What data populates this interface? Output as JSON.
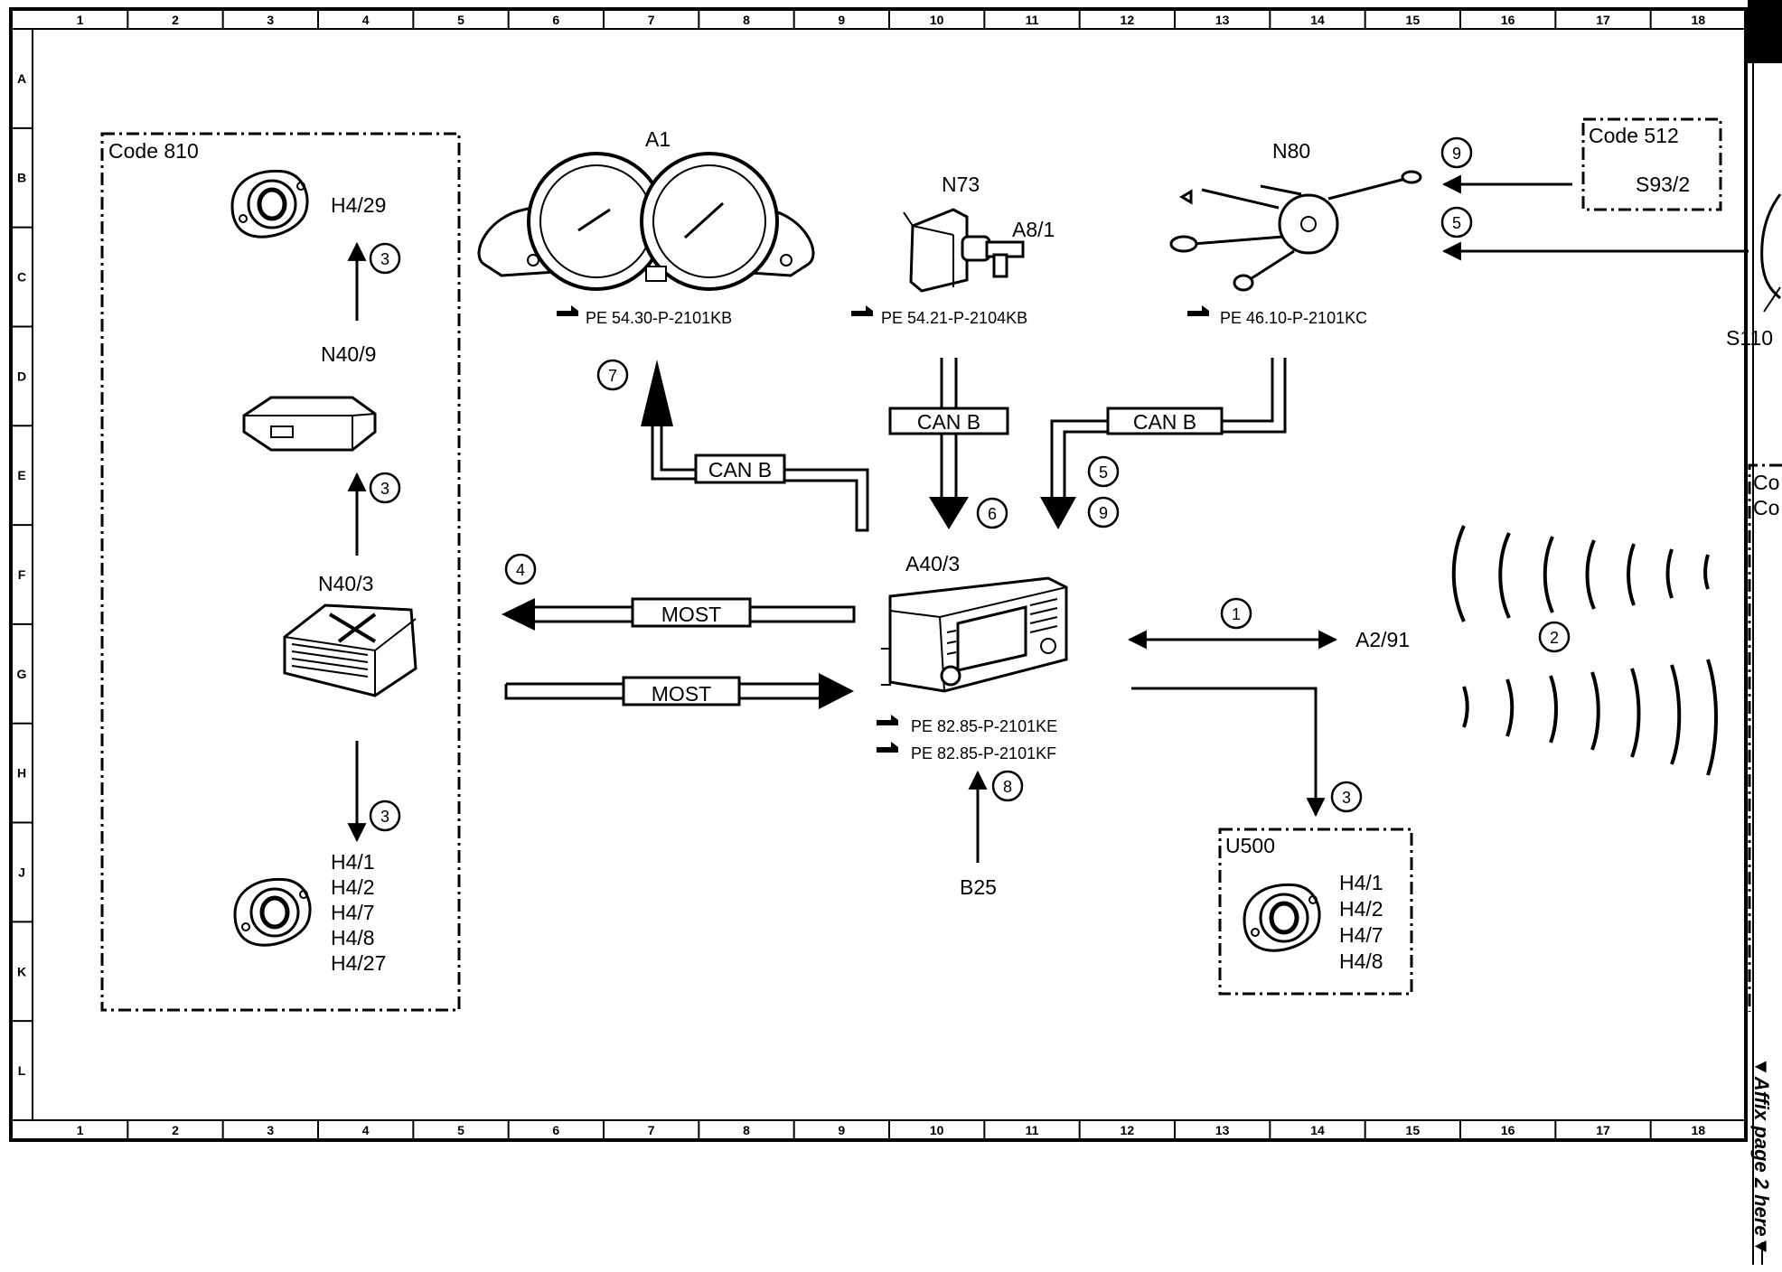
{
  "frame": {
    "columns": [
      "1",
      "2",
      "3",
      "4",
      "5",
      "6",
      "7",
      "8",
      "9",
      "10",
      "11",
      "12",
      "13",
      "14",
      "15",
      "16",
      "17",
      "18"
    ],
    "rows": [
      "A",
      "B",
      "C",
      "D",
      "E",
      "F",
      "G",
      "H",
      "J",
      "K",
      "L"
    ],
    "edge_note": "▼Affix page 2 here▼"
  },
  "groups": {
    "code810": "Code 810",
    "code512": "Code 512",
    "u500": "U500",
    "right_edge_label_1": "Co",
    "right_edge_label_2": "Co"
  },
  "components": {
    "a1": "A1",
    "n73": "N73",
    "a8_1": "A8/1",
    "n80": "N80",
    "s93_2": "S93/2",
    "s110": "S110",
    "h4_29": "H4/29",
    "n40_9": "N40/9",
    "n40_3": "N40/3",
    "a40_3": "A40/3",
    "a2_91": "A2/91",
    "b25": "B25",
    "speakers_code810": [
      "H4/1",
      "H4/2",
      "H4/7",
      "H4/8",
      "H4/27"
    ],
    "speakers_u500": [
      "H4/1",
      "H4/2",
      "H4/7",
      "H4/8"
    ]
  },
  "references": {
    "a1": "PE 54.30-P-2101KB",
    "n73": "PE 54.21-P-2104KB",
    "n80": "PE 46.10-P-2101KC",
    "a40_3_1": "PE 82.85-P-2101KE",
    "a40_3_2": "PE 82.85-P-2101KF"
  },
  "buses": {
    "can_b": "CAN B",
    "most": "MOST"
  },
  "callouts": {
    "c1": "1",
    "c2": "2",
    "c3": "3",
    "c4": "4",
    "c5": "5",
    "c6": "6",
    "c7": "7",
    "c8": "8",
    "c9": "9"
  }
}
